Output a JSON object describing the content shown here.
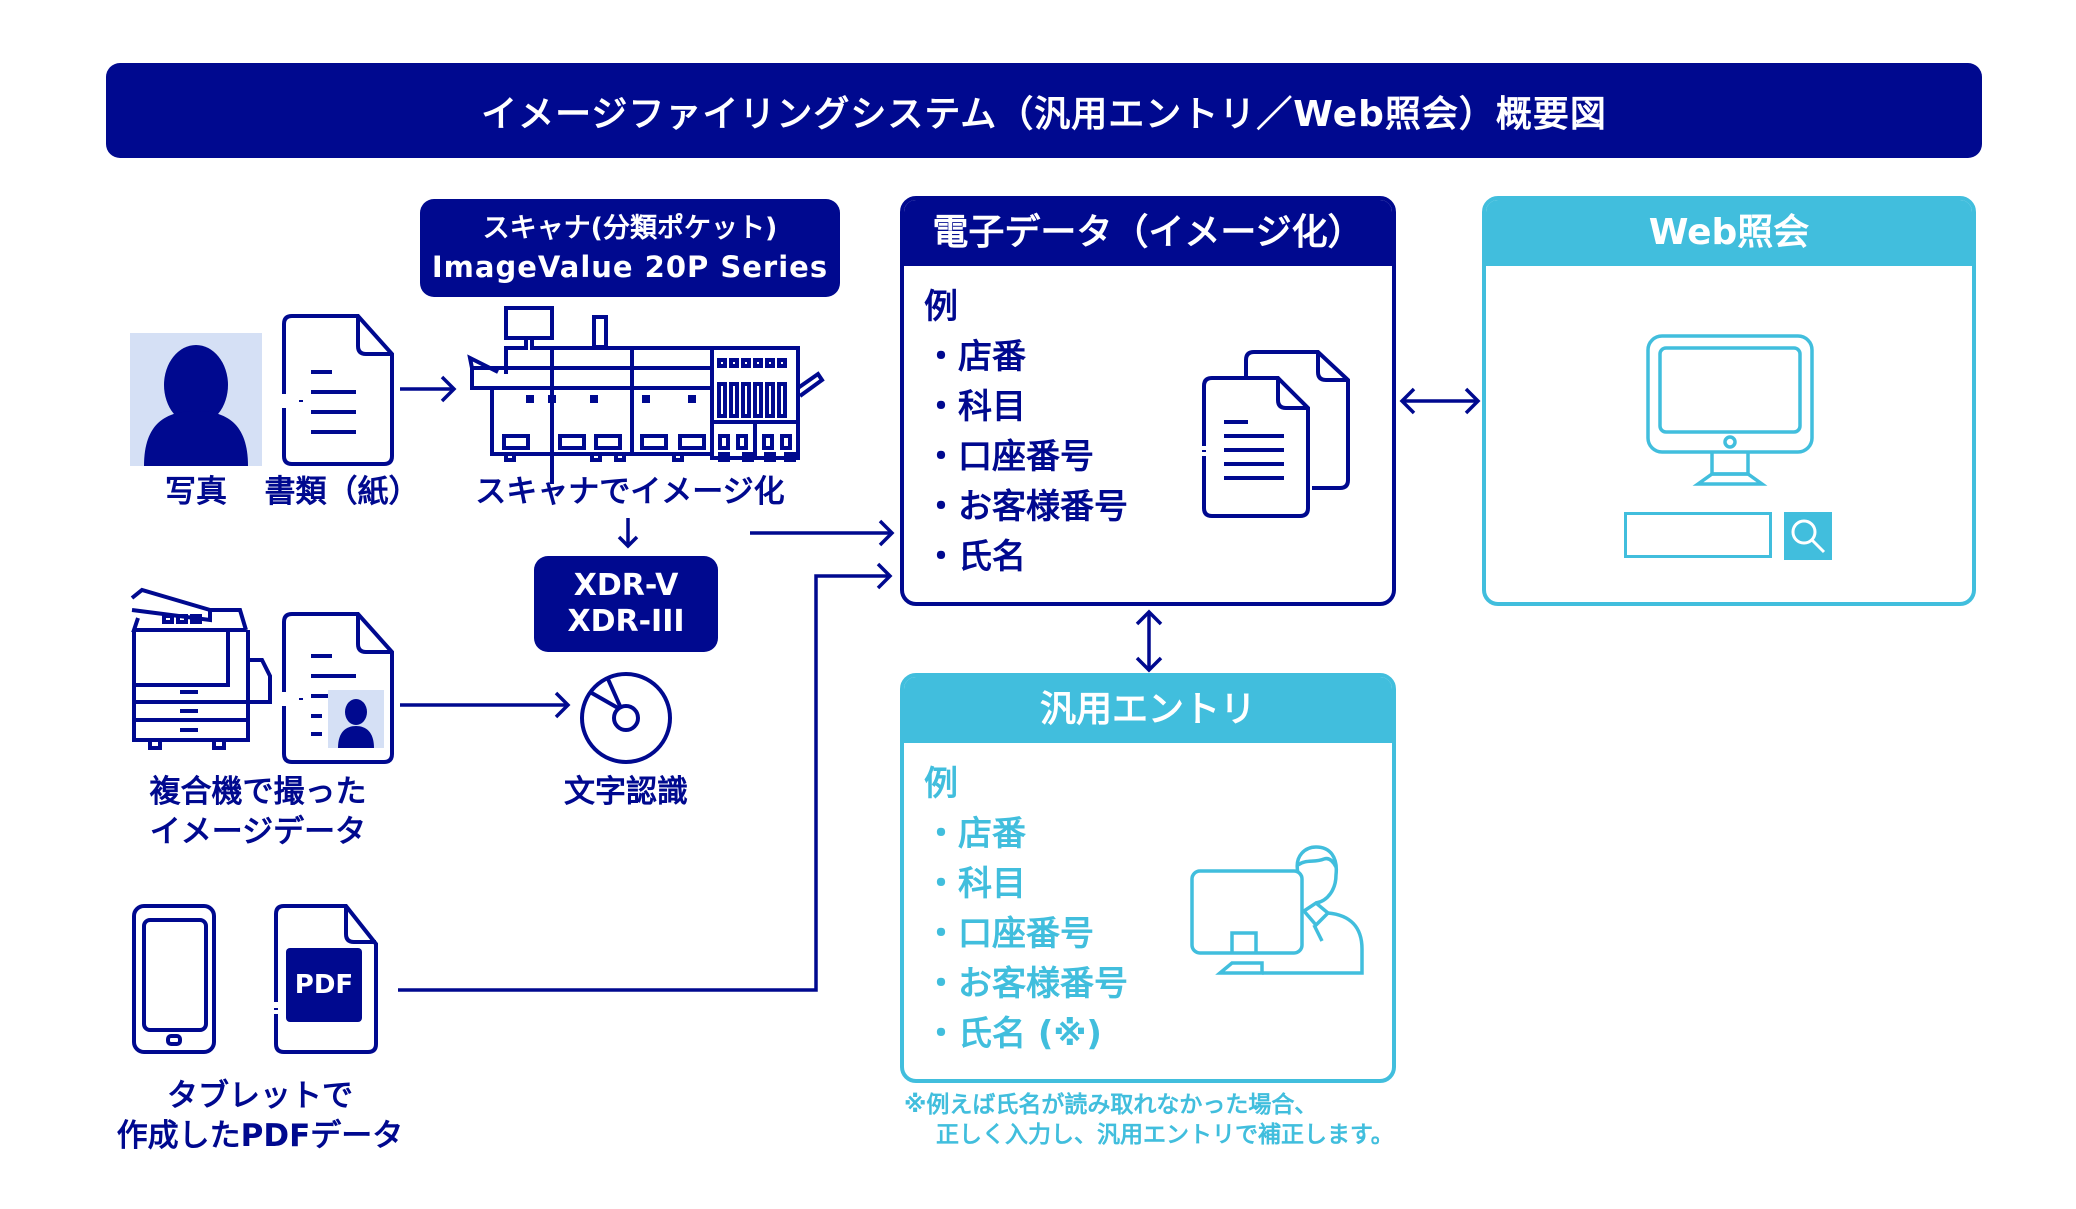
{
  "title": "イメージファイリングシステム（汎用エントリ／Web照会）概要図",
  "inputs": {
    "photo_label": "写真",
    "paper_label": "書類（紙）",
    "scanner_badge": {
      "line1": "スキャナ(分類ポケット)",
      "line2": "ImageValue 20P Series"
    },
    "scanner_label": "スキャナでイメージ化",
    "mfp_label_line1": "複合機で撮った",
    "mfp_label_line2": "イメージデータ",
    "ocr_badge": {
      "line1": "XDR-V",
      "line2": "XDR-III"
    },
    "ocr_label": "文字認識",
    "tablet_label_line1": "タブレットで",
    "tablet_label_line2": "作成したPDFデータ",
    "pdf_badge": "PDF"
  },
  "electronic_data": {
    "header": "電子データ（イメージ化）",
    "example_label": "例",
    "items": [
      "店番",
      "科目",
      "口座番号",
      "お客様番号",
      "氏名"
    ]
  },
  "web_inquiry": {
    "header": "Web照会",
    "search_input_value": ""
  },
  "general_entry": {
    "header": "汎用エントリ",
    "example_label": "例",
    "items": [
      "店番",
      "科目",
      "口座番号",
      "お客様番号",
      "氏名 (※)"
    ]
  },
  "footnote": {
    "line1": "※例えば氏名が読み取れなかった場合、",
    "line2": "正しく入力し、汎用エントリで補正します。"
  },
  "icons": {
    "photo": "person-silhouette-icon",
    "paper": "document-icon",
    "scanner": "production-scanner-icon",
    "mfp": "multifunction-printer-icon",
    "id_document": "id-document-icon",
    "ocr": "disc-icon",
    "tablet": "tablet-icon",
    "pdf": "pdf-document-icon",
    "electronic_docs": "documents-stack-icon",
    "monitor": "monitor-icon",
    "search": "search-icon",
    "operator": "operator-at-computer-icon"
  },
  "colors": {
    "navy": "#00098f",
    "cyan": "#41bedd",
    "photo_bg": "#d5e0f5"
  }
}
